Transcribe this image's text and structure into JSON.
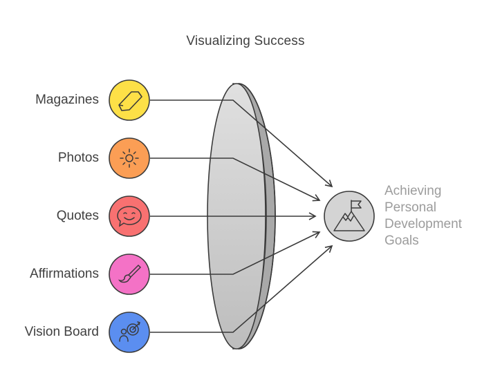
{
  "title": "Visualizing Success",
  "sources": [
    {
      "label": "Magazines",
      "icon": "tag-icon",
      "color": "#fde047"
    },
    {
      "label": "Photos",
      "icon": "sun-icon",
      "color": "#fb9e55"
    },
    {
      "label": "Quotes",
      "icon": "smile-speech-bubble-icon",
      "color": "#f87171"
    },
    {
      "label": "Affirmations",
      "icon": "paintbrush-icon",
      "color": "#f472c6"
    },
    {
      "label": "Vision Board",
      "icon": "person-target-icon",
      "color": "#5b8ef0"
    }
  ],
  "goal": {
    "lines": [
      "Achieving",
      "Personal",
      "Development",
      "Goals"
    ],
    "icon": "mountain-flag-icon",
    "color": "#d4d4d4"
  },
  "lens": {
    "color": "#cfcfcf"
  }
}
